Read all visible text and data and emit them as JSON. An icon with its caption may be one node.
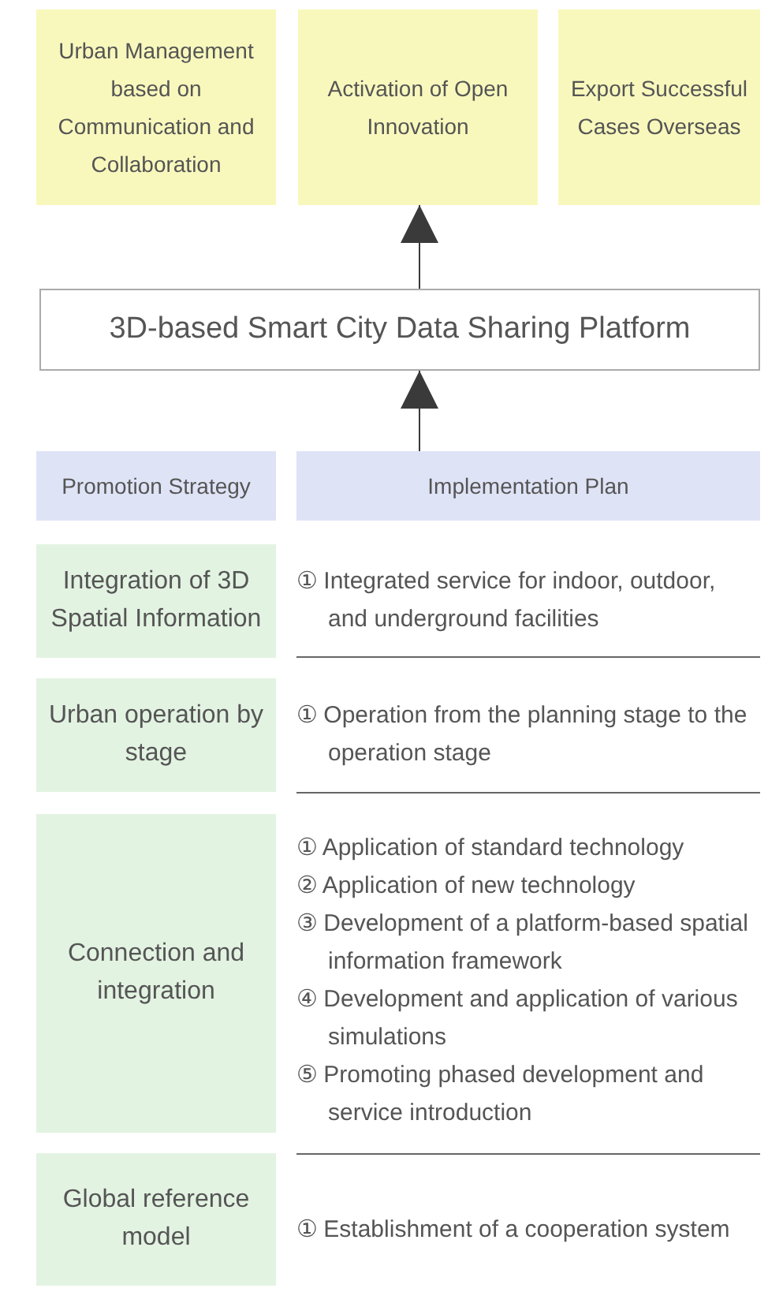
{
  "diagram": {
    "nodes": [
      {
        "text": [
          "Urban Management based on Communication and Collaboration"
        ]
      },
      {
        "text": [
          "Activation of Open Innovation"
        ]
      },
      {
        "text": [
          "Export Successful Cases Overseas"
        ]
      },
      {
        "text": [
          "3D-based Smart City Data Sharing Platform"
        ]
      },
      {
        "text": [
          "Promotion Strategy"
        ]
      },
      {
        "text": [
          "Implementation Plan"
        ]
      },
      {
        "text": [
          "Integration of 3D Spatial Information"
        ]
      },
      {
        "text": [
          "Urban operation by stage"
        ]
      },
      {
        "text": [
          "Connection and integration"
        ]
      },
      {
        "text": [
          "Global reference model"
        ]
      }
    ],
    "edges": [
      {
        "from": 3,
        "to": 1,
        "arrow": "to"
      },
      {
        "from": 5,
        "to": 3,
        "arrow": "to"
      }
    ],
    "labels": [
      "① Integrated service for indoor, outdoor, and underground facilities",
      "① Operation from the planning stage to the operation stage",
      "① Application of standard technology",
      "② Application of new technology",
      "③ Development of a platform-based spatial information framework",
      "④ Development and application of various simulations",
      "⑤ Promoting phased development and service introduction",
      "① Establishment of a cooperation system"
    ]
  }
}
